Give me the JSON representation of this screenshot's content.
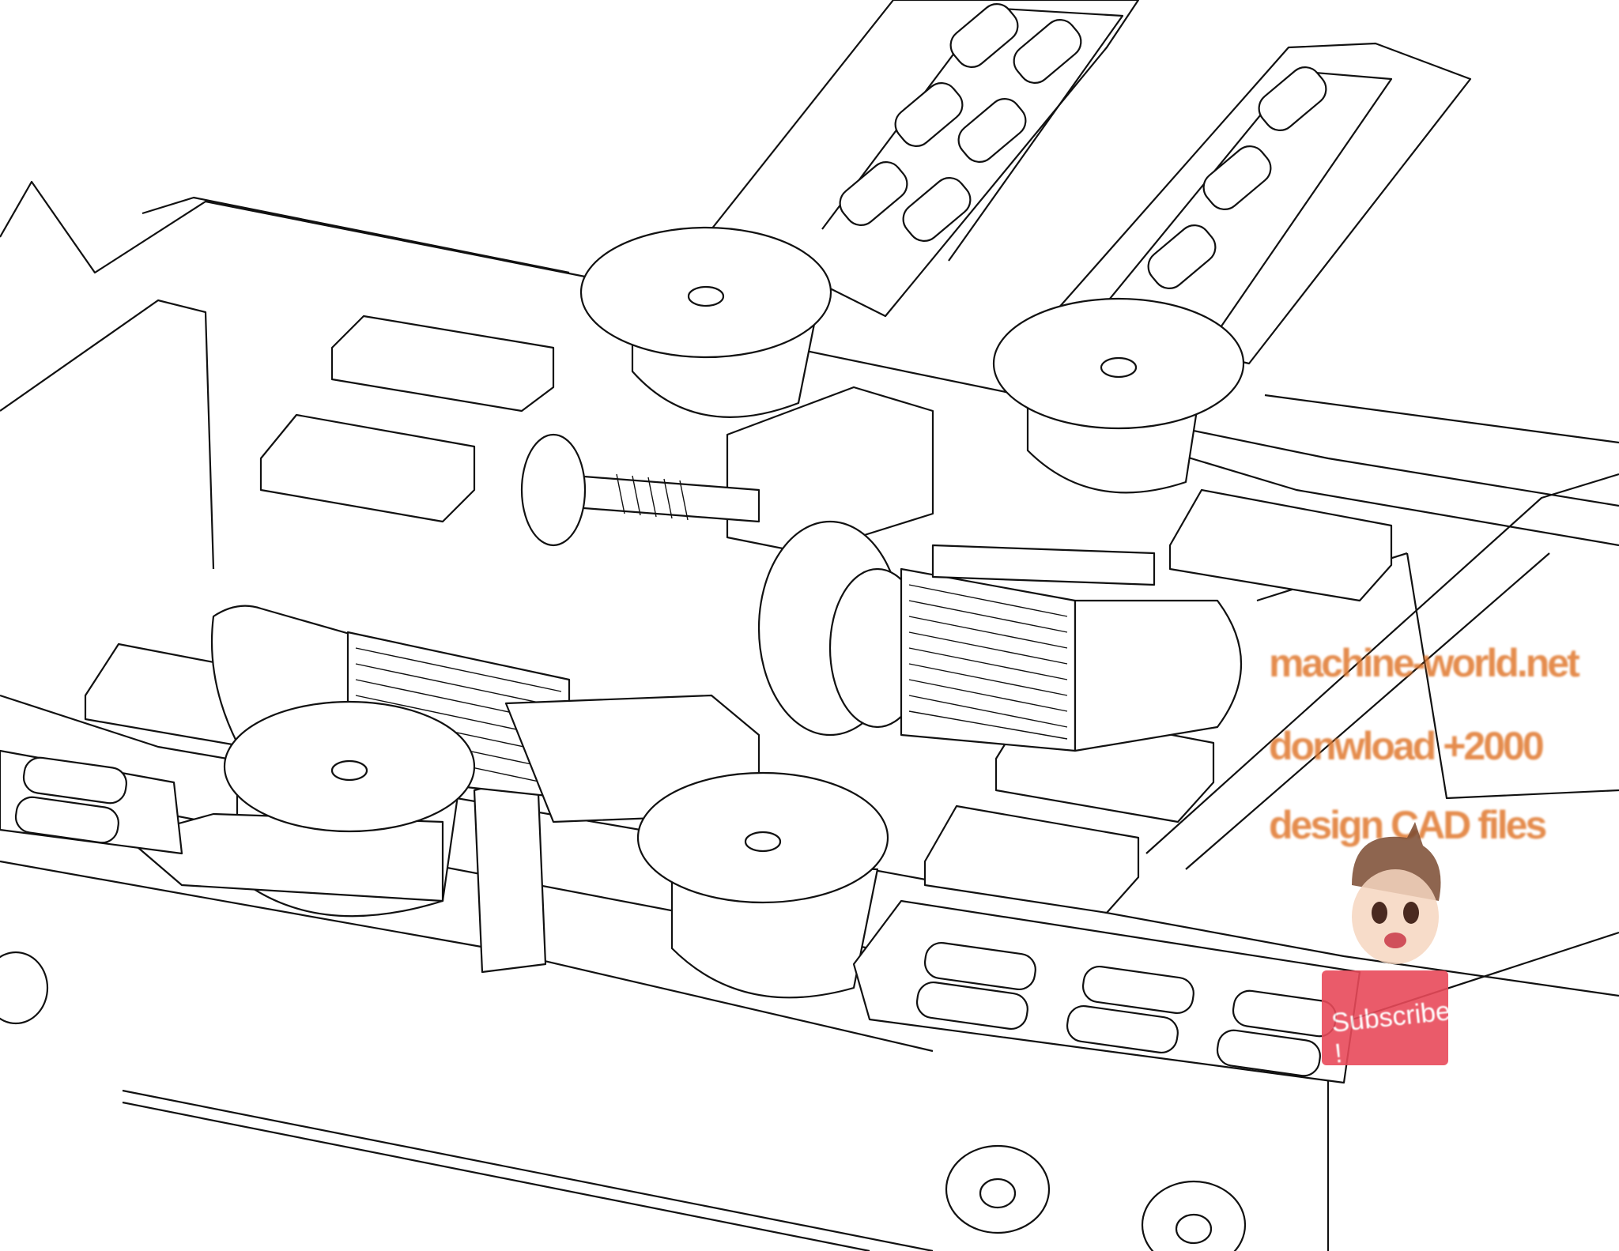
{
  "watermark": {
    "line1": "machine-world.net",
    "line2": "donwload +2000",
    "line3": "design CAD files",
    "color": "#e0782e"
  },
  "subscribe_badge": {
    "label": "Subscribe !",
    "color": "#e84a5a"
  },
  "drawing": {
    "style": "black line-art CAD isometric view",
    "components": [
      "turntable-disc",
      "turntable-disc",
      "turntable-disc",
      "turntable-disc",
      "gear-motor",
      "gear-motor",
      "roller-conveyor",
      "roller-conveyor",
      "roller-conveyor",
      "mounting-plate",
      "flange"
    ]
  }
}
